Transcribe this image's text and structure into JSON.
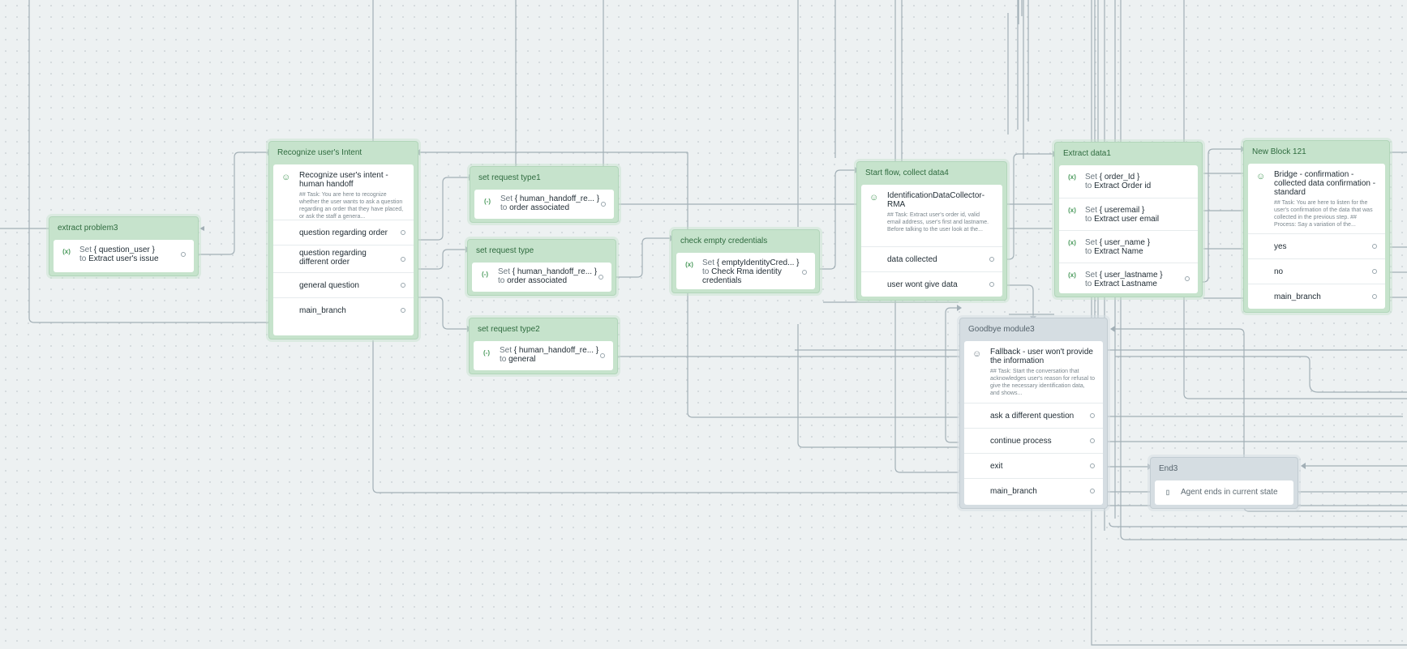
{
  "colors": {
    "canvas": "#edf1f2",
    "node_green": "#c6e3cc",
    "node_gray": "#d5dde2",
    "edge": "#a2afb6",
    "accent": "#4a9a5c"
  },
  "icons": {
    "set": "set-variable-icon",
    "agent": "agent-icon",
    "end": "end-state-icon"
  },
  "nodes": {
    "extract_problem": {
      "title": "extract problem3",
      "set_label": "Set",
      "var": "{ question_user }",
      "to": "to",
      "target": "Extract user's issue"
    },
    "recognize": {
      "title": "Recognize user's Intent",
      "agent_title": "Recognize user's intent - human handoff",
      "agent_desc": "## Task: You are here to recognize whether the user wants to ask a question regarding an order that they have placed, or ask the staff a genera...",
      "branches": [
        "question regarding order",
        "question regarding different order",
        "general question",
        "main_branch"
      ]
    },
    "set_request_1": {
      "title": "set request type1",
      "set_label": "Set",
      "var": "{ human_handoff_re...  }",
      "to": "to",
      "target": "order associated"
    },
    "set_request": {
      "title": "set request type",
      "set_label": "Set",
      "var": "{ human_handoff_re...  }",
      "to": "to",
      "target": "order associated"
    },
    "set_request_2": {
      "title": "set request type2",
      "set_label": "Set",
      "var": "{ human_handoff_re...  }",
      "to": "to",
      "target": "general"
    },
    "check_empty": {
      "title": "check empty credentials",
      "set_label": "Set",
      "var": "{ emptyIdentityCred...  }",
      "to": "to",
      "target": "Check Rma identity credentials"
    },
    "start_flow": {
      "title": "Start flow, collect data4",
      "agent_title": "IdentificationDataCollector-RMA",
      "agent_desc": "## Task: Extract user's order id, valid email address, user's first and lastname. Before talking to the user look at the...",
      "branches": [
        "data collected",
        "user wont give data"
      ]
    },
    "extract_data": {
      "title": "Extract data1",
      "rows": [
        {
          "set_label": "Set",
          "var": "{ order_Id }",
          "to": "to",
          "target": "Extract Order id"
        },
        {
          "set_label": "Set",
          "var": "{ useremail }",
          "to": "to",
          "target": "Extract user email"
        },
        {
          "set_label": "Set",
          "var": "{ user_name }",
          "to": "to",
          "target": "Extract Name"
        },
        {
          "set_label": "Set",
          "var": "{ user_lastname }",
          "to": "to",
          "target": "Extract Lastname"
        }
      ]
    },
    "new_block": {
      "title": "New Block 121",
      "agent_title": "Bridge - confirmation - collected data confirmation - standard",
      "agent_desc": "## Task: You are here to listen for the user's confirmation of the data that was collected in the previous step. ## Process: Say a variation of the...",
      "branches": [
        "yes",
        "no",
        "main_branch"
      ]
    },
    "goodbye": {
      "title": "Goodbye module3",
      "agent_title": "Fallback - user won't provide the information",
      "agent_desc": "## Task: Start the conversation that acknowledges user's reason for refusal to give the necessary identification data, and shows...",
      "branches": [
        "ask a different question",
        "continue process",
        "exit",
        "main_branch"
      ]
    },
    "end": {
      "title": "End3",
      "label": "Agent ends in current state"
    }
  }
}
